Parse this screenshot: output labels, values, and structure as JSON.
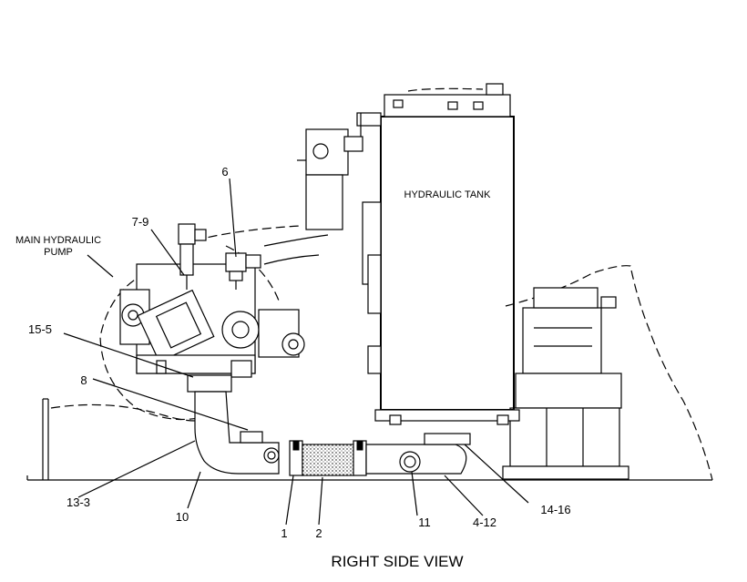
{
  "labels": {
    "hydraulic_tank": "HYDRAULIC TANK",
    "main_pump_line1": "MAIN HYDRAULIC",
    "main_pump_line2": "PUMP",
    "caption": "RIGHT SIDE VIEW"
  },
  "callouts": [
    "6",
    "7-9",
    "15-5",
    "8",
    "13-3",
    "10",
    "1",
    "2",
    "11",
    "4-12",
    "14-16"
  ]
}
